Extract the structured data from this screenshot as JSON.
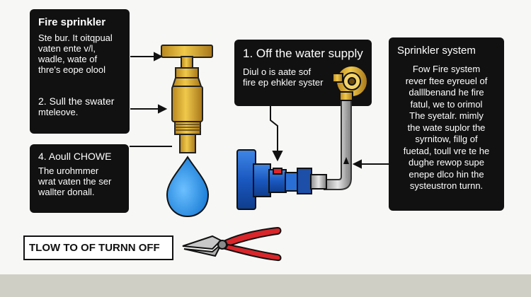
{
  "panel_left_top": {
    "title": "Fire sprinkler",
    "lines": [
      "Ste bur. It oitqpual",
      "vaten ente v/l,",
      "wadle, wate of",
      "thre's eope olool"
    ],
    "step": "2. Sull the swater",
    "step_line": "mteleove."
  },
  "panel_left_bottom": {
    "title": "4. Aoull CHOWE",
    "lines": [
      "The urohmmer",
      "wrat vaten the ser",
      "wallter donall."
    ]
  },
  "panel_top_mid": {
    "title": "1. Off the water supply",
    "lines": [
      "Diul o is aate sof",
      "fire ep ehkler syster"
    ]
  },
  "panel_right": {
    "title": "Sprinkler system",
    "lines": [
      "Fow Fire system",
      "rever ftee eyreuel of",
      "dalllbenand he fire",
      "fatul, we to orimol",
      "The syetalr. mimly",
      "the wate suplor the",
      "syrnitow, fillg of",
      "fuetad, toull vre te he",
      "dughe rewop supe",
      "enepe dlco hin the",
      "systeustron turnn."
    ]
  },
  "bottom_label": "TLOW TO OF TURNN OFF",
  "icons": [
    "sprinkler-valve-icon",
    "water-drop-icon",
    "pipe-icon",
    "pliers-icon",
    "arrow-icon"
  ],
  "colors": {
    "panel": "#111111",
    "brass": "#d6a82e",
    "water": "#2f8fe0",
    "valve_blue": "#1f63c9",
    "pliers_red": "#d8262b"
  }
}
